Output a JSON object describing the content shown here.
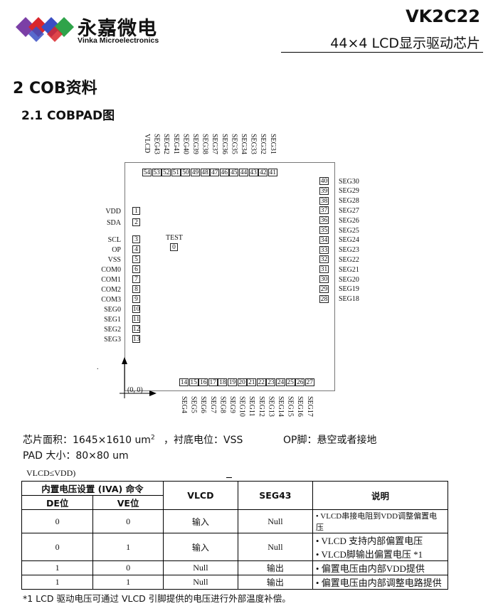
{
  "header": {
    "logo_cn": "永嘉微电",
    "logo_en": "Vinka Microelectronics",
    "chip_model": "VK2C22",
    "chip_description": "44×4 LCD显示驱动芯片"
  },
  "section": {
    "heading": "2   COB资料",
    "subheading": "2.1   COBPAD图"
  },
  "diagram": {
    "top_pads": [
      {
        "num": "54",
        "label": "VLCD"
      },
      {
        "num": "53",
        "label": "SEG43"
      },
      {
        "num": "52",
        "label": "SEG42"
      },
      {
        "num": "51",
        "label": "SEG41"
      },
      {
        "num": "50",
        "label": "SEG40"
      },
      {
        "num": "49",
        "label": "SEG39"
      },
      {
        "num": "48",
        "label": "SEG38"
      },
      {
        "num": "47",
        "label": "SEG37"
      },
      {
        "num": "46",
        "label": "SEG36"
      },
      {
        "num": "45",
        "label": "SEG35"
      },
      {
        "num": "44",
        "label": "SEG34"
      },
      {
        "num": "43",
        "label": "SEG33"
      },
      {
        "num": "42",
        "label": "SEG32"
      },
      {
        "num": "41",
        "label": "SEG31"
      }
    ],
    "right_pads": [
      {
        "num": "40",
        "label": "SEG30"
      },
      {
        "num": "39",
        "label": "SEG29"
      },
      {
        "num": "38",
        "label": "SEG28"
      },
      {
        "num": "37",
        "label": "SEG27"
      },
      {
        "num": "36",
        "label": "SEG26"
      },
      {
        "num": "35",
        "label": "SEG25"
      },
      {
        "num": "34",
        "label": "SEG24"
      },
      {
        "num": "33",
        "label": "SEG23"
      },
      {
        "num": "32",
        "label": "SEG22"
      },
      {
        "num": "31",
        "label": "SEG21"
      },
      {
        "num": "30",
        "label": "SEG20"
      },
      {
        "num": "29",
        "label": "SEG19"
      },
      {
        "num": "28",
        "label": "SEG18"
      }
    ],
    "left_pads": [
      {
        "num": "1",
        "label": "VDD"
      },
      {
        "num": "2",
        "label": "SDA"
      },
      {
        "num": "3",
        "label": "SCL"
      },
      {
        "num": "4",
        "label": "OP"
      },
      {
        "num": "5",
        "label": "VSS"
      },
      {
        "num": "6",
        "label": "COM0"
      },
      {
        "num": "7",
        "label": "COM1"
      },
      {
        "num": "8",
        "label": "COM2"
      },
      {
        "num": "9",
        "label": "COM3"
      },
      {
        "num": "10",
        "label": "SEG0"
      },
      {
        "num": "11",
        "label": "SEG1"
      },
      {
        "num": "12",
        "label": "SEG2"
      },
      {
        "num": "13",
        "label": "SEG3"
      }
    ],
    "bottom_pads": [
      {
        "num": "14",
        "label": "SEG4"
      },
      {
        "num": "15",
        "label": "SEG5"
      },
      {
        "num": "16",
        "label": "SEG6"
      },
      {
        "num": "17",
        "label": "SEG7"
      },
      {
        "num": "18",
        "label": "SEG8"
      },
      {
        "num": "19",
        "label": "SEG9"
      },
      {
        "num": "20",
        "label": "SEG10"
      },
      {
        "num": "21",
        "label": "SEG11"
      },
      {
        "num": "22",
        "label": "SEG12"
      },
      {
        "num": "23",
        "label": "SEG13"
      },
      {
        "num": "24",
        "label": "SEG14"
      },
      {
        "num": "25",
        "label": "SEG15"
      },
      {
        "num": "26",
        "label": "SEG16"
      },
      {
        "num": "27",
        "label": "SEG17"
      }
    ],
    "test_pad": {
      "num": "0",
      "label": "TEST"
    },
    "origin_label": "(0, 0)"
  },
  "info": {
    "chip_area": "芯片面积：1645×1610 um",
    "chip_area_sup": "2",
    "substrate": "，衬底电位：VSS",
    "op_pin": "OP脚：悬空或者接地",
    "pad_size": "PAD  大小：80×80 um"
  },
  "table": {
    "caption": "VLCD≤VDD)",
    "header_group": "内置电压设置 (IVA) 命令",
    "col_de": "DE位",
    "col_ve": "VE位",
    "col_vlcd": "VLCD",
    "col_seg43": "SEG43",
    "col_desc": "说明",
    "rows": [
      {
        "de": "0",
        "ve": "0",
        "vlcd": "输入",
        "seg43": "Null",
        "desc": [
          "• VLCD串接电阻到VDD调整偏置电压"
        ]
      },
      {
        "de": "0",
        "ve": "1",
        "vlcd": "输入",
        "seg43": "Null",
        "desc": [
          "• VLCD 支持内部偏置电压",
          "• VLCD脚输出偏置电压 *1"
        ]
      },
      {
        "de": "1",
        "ve": "0",
        "vlcd": "Null",
        "seg43": "输出",
        "desc": [
          "• 偏置电压由内部VDD提供"
        ]
      },
      {
        "de": "1",
        "ve": "1",
        "vlcd": "Null",
        "seg43": "输出",
        "desc": [
          "• 偏置电压由内部调整电路提供"
        ]
      }
    ]
  },
  "note": "*1 LCD 驱动电压可通过 VLCD 引脚提供的电压进行外部温度补偿。",
  "colors": {
    "blue": "#3a4fc4",
    "red": "#d9262c",
    "green": "#2fa34a",
    "purple": "#7b3fa6"
  }
}
